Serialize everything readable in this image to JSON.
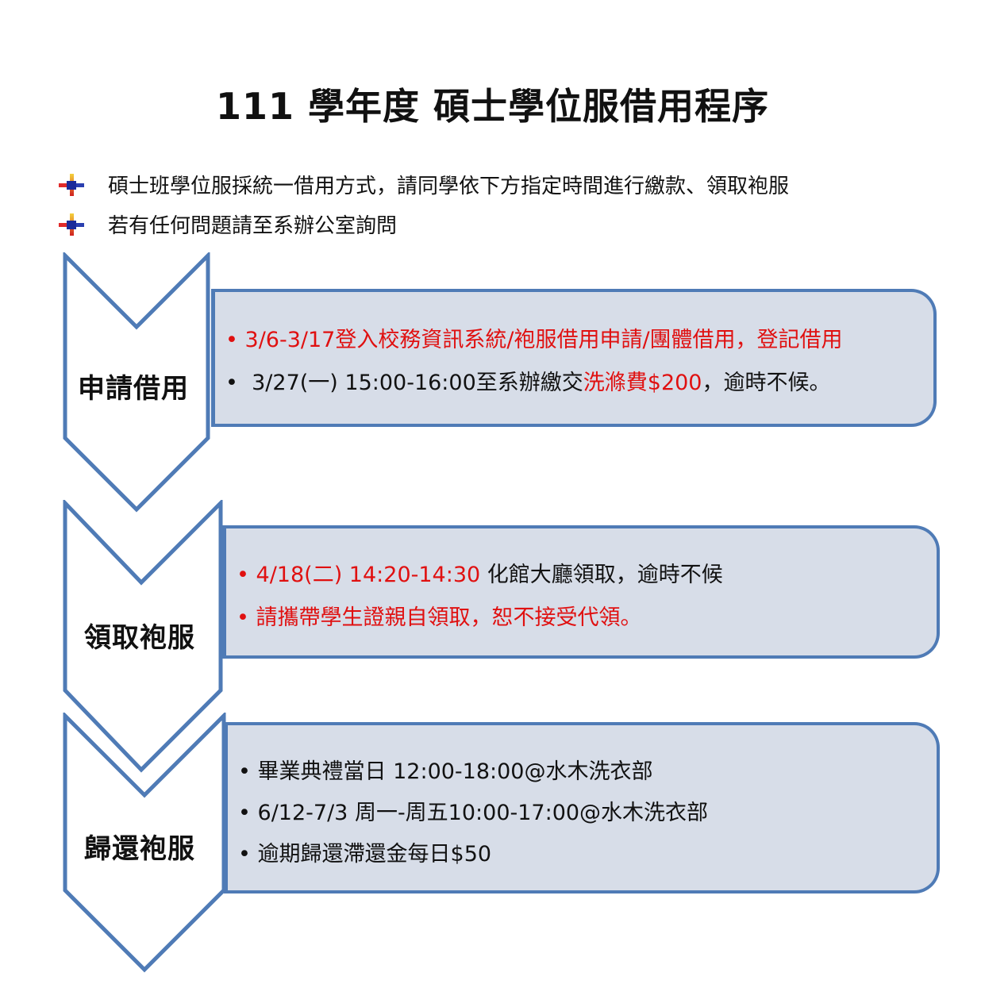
{
  "title": "111 學年度  碩士學位服借用程序",
  "intro": [
    "碩士班學位服採統一借用方式，請同學依下方指定時間進行繳款、領取袍服",
    "若有任何問題請至系辦公室詢問"
  ],
  "steps": [
    {
      "label": "申請借用",
      "lines": [
        {
          "parts": [
            {
              "text": "3/6-3/17登入校務資訊系統/袍服借用申請/團體借用，登記借用",
              "red": true
            }
          ],
          "bullet_red": true
        },
        {
          "parts": [
            {
              "text": "3/27(一) 15:00-16:00至系辦繳交",
              "red": false
            },
            {
              "text": "洗滌費$200",
              "red": true
            },
            {
              "text": "，逾時不候。",
              "red": false
            }
          ],
          "bullet_red": false
        }
      ]
    },
    {
      "label": "領取袍服",
      "lines": [
        {
          "parts": [
            {
              "text": "4/18(二) 14:20-14:30 ",
              "red": true
            },
            {
              "text": "化館大廳領取，逾時不候",
              "red": false
            }
          ],
          "bullet_red": true
        },
        {
          "parts": [
            {
              "text": "請攜帶學生證親自領取，恕不接受代領。",
              "red": true
            }
          ],
          "bullet_red": true
        }
      ]
    },
    {
      "label": "歸還袍服",
      "lines": [
        {
          "parts": [
            {
              "text": "畢業典禮當日 12:00-18:00@水木洗衣部",
              "red": false
            }
          ],
          "bullet_red": false
        },
        {
          "parts": [
            {
              "text": "6/12-7/3 周一-周五10:00-17:00@水木洗衣部",
              "red": false
            }
          ],
          "bullet_red": false
        },
        {
          "parts": [
            {
              "text": "逾期歸還滯還金每日$50",
              "red": false
            }
          ],
          "bullet_red": false
        }
      ]
    }
  ],
  "colors": {
    "panel_fill": "#d7dde8",
    "panel_border": "#4f7bb6",
    "highlight": "#e01010"
  }
}
